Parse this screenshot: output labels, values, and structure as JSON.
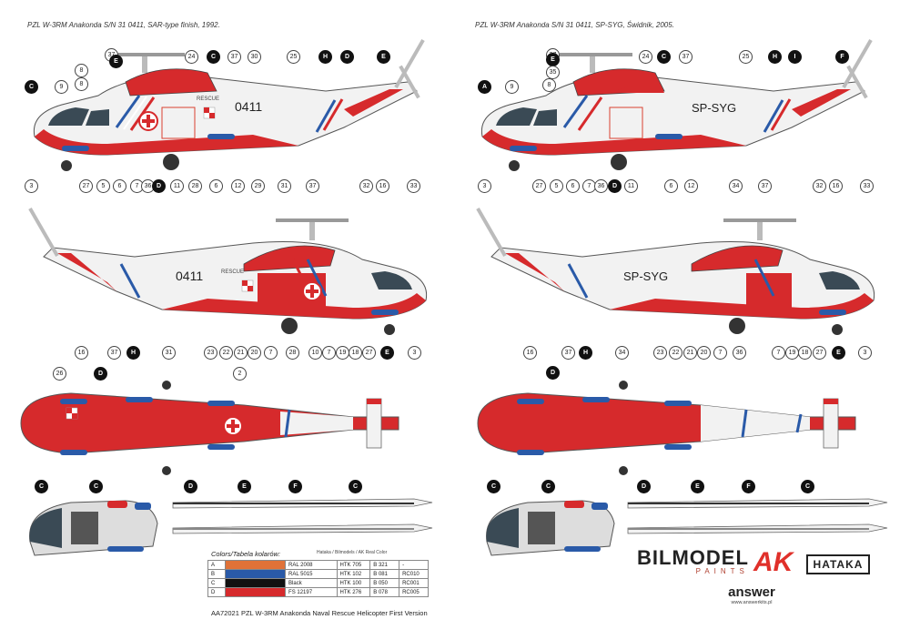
{
  "captions": {
    "left": "PZL W-3RM Anakonda S/N 31 0411, SAR-type finish, 1992.",
    "right": "PZL W-3RM Anakonda S/N 31 0411,  SP-SYG, Świdnik, 2005."
  },
  "markings": {
    "left_serial": "0411",
    "right_registration": "SP-SYG",
    "rescue_text": "RESCUE"
  },
  "callouts": {
    "left_top": [
      "37",
      "E",
      "8",
      "8",
      "24",
      "C",
      "37",
      "30",
      "25",
      "H",
      "D",
      "E",
      "C",
      "9",
      "3",
      "27",
      "5",
      "6",
      "7",
      "36",
      "D",
      "11",
      "28",
      "6",
      "12",
      "29",
      "31",
      "37",
      "32",
      "16",
      "33"
    ],
    "right_top": [
      "37",
      "E",
      "35",
      "8",
      "24",
      "C",
      "37",
      "25",
      "H",
      "I",
      "F",
      "A",
      "9",
      "3",
      "27",
      "5",
      "6",
      "7",
      "36",
      "D",
      "11",
      "6",
      "12",
      "34",
      "37",
      "32",
      "16",
      "33"
    ],
    "left_mid": [
      "16",
      "37",
      "H",
      "31",
      "23",
      "22",
      "21",
      "20",
      "7",
      "28",
      "10",
      "7",
      "19",
      "18",
      "27",
      "E",
      "3"
    ],
    "right_mid": [
      "16",
      "37",
      "H",
      "34",
      "23",
      "22",
      "21",
      "20",
      "7",
      "36",
      "7",
      "19",
      "18",
      "27",
      "E",
      "3"
    ],
    "left_bottom": [
      "26",
      "D",
      "2"
    ],
    "right_bottom": [
      "D"
    ],
    "blades_left": [
      "C",
      "C",
      "D",
      "E",
      "F",
      "C"
    ],
    "blades_right": [
      "C",
      "C",
      "D",
      "E",
      "F",
      "C"
    ]
  },
  "legend": {
    "title": "Colors/Tabela kolarów:",
    "header": "Hataka / Bilmodels / AK Real Color",
    "rows": [
      {
        "letter": "A",
        "swatch": "#e07238",
        "name": "RAL 2008",
        "hataka": "HTK 705",
        "bilmodel": "B 321",
        "ak": "-"
      },
      {
        "letter": "B",
        "swatch": "#2a5aa8",
        "name": "RAL 5015",
        "hataka": "HTK 102",
        "bilmodel": "B 081",
        "ak": "RC010"
      },
      {
        "letter": "C",
        "swatch": "#111111",
        "name": "Black",
        "hataka": "HTK 100",
        "bilmodel": "B 050",
        "ak": "RC001"
      },
      {
        "letter": "D",
        "swatch": "#d62a2c",
        "name": "FS 12197",
        "hataka": "HTK 276",
        "bilmodel": "B 078",
        "ak": "RC005"
      }
    ]
  },
  "footer": "AA72021  PZL W-3RM Anakonda Naval Rescue Helicopter First Version",
  "logos": {
    "bilmodel": "BILMODEL",
    "paints": "PAINTS",
    "ak": "AK",
    "hataka": "HATAKA",
    "answer": "answer",
    "answer_url": "www.answerkits.pl"
  },
  "colors": {
    "red": "#d62a2c",
    "blue": "#2a5aa8",
    "white": "#f2f2f2",
    "grey": "#c9c9c9",
    "black": "#111111"
  }
}
